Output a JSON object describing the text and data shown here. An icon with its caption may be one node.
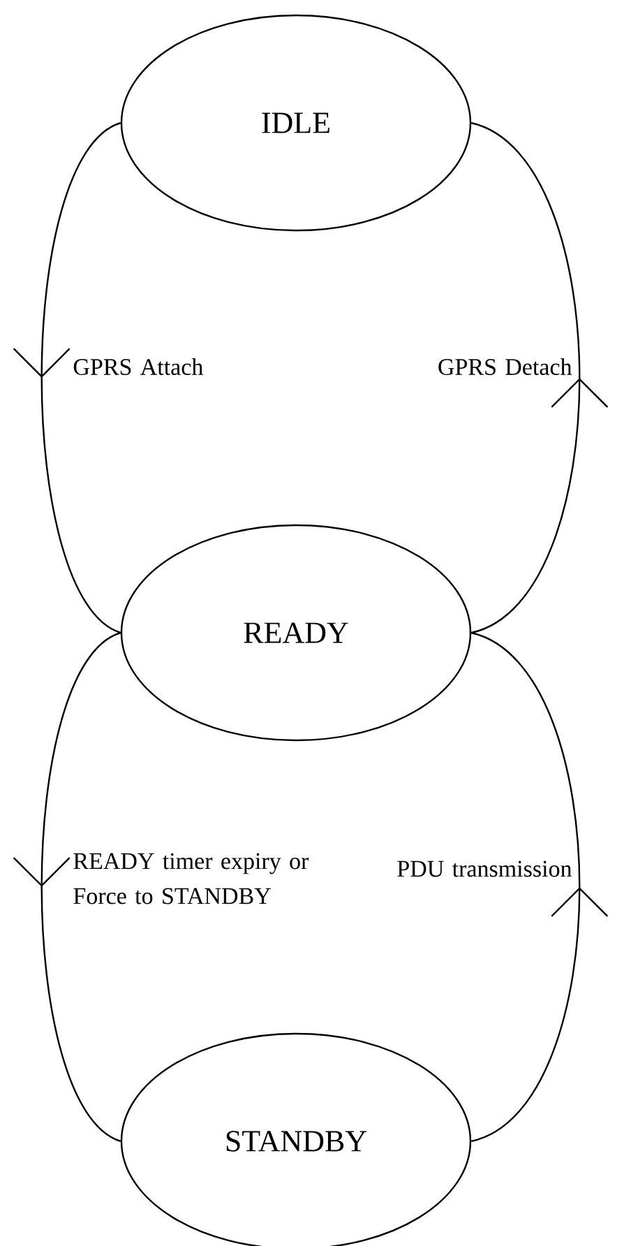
{
  "diagram": {
    "nodes": [
      {
        "text": [
          "IDLE"
        ]
      },
      {
        "text": [
          "READY"
        ]
      },
      {
        "text": [
          "STANDBY"
        ]
      }
    ],
    "edges": [
      {
        "from": 0,
        "to": 1,
        "arrow": "to",
        "label": "GPRS Attach"
      },
      {
        "from": 1,
        "to": 0,
        "arrow": "to",
        "label": "GPRS Detach"
      },
      {
        "from": 1,
        "to": 2,
        "arrow": "to",
        "label": "READY timer expiry or Force to STANDBY"
      },
      {
        "from": 2,
        "to": 1,
        "arrow": "to",
        "label": "PDU transmission"
      }
    ]
  }
}
